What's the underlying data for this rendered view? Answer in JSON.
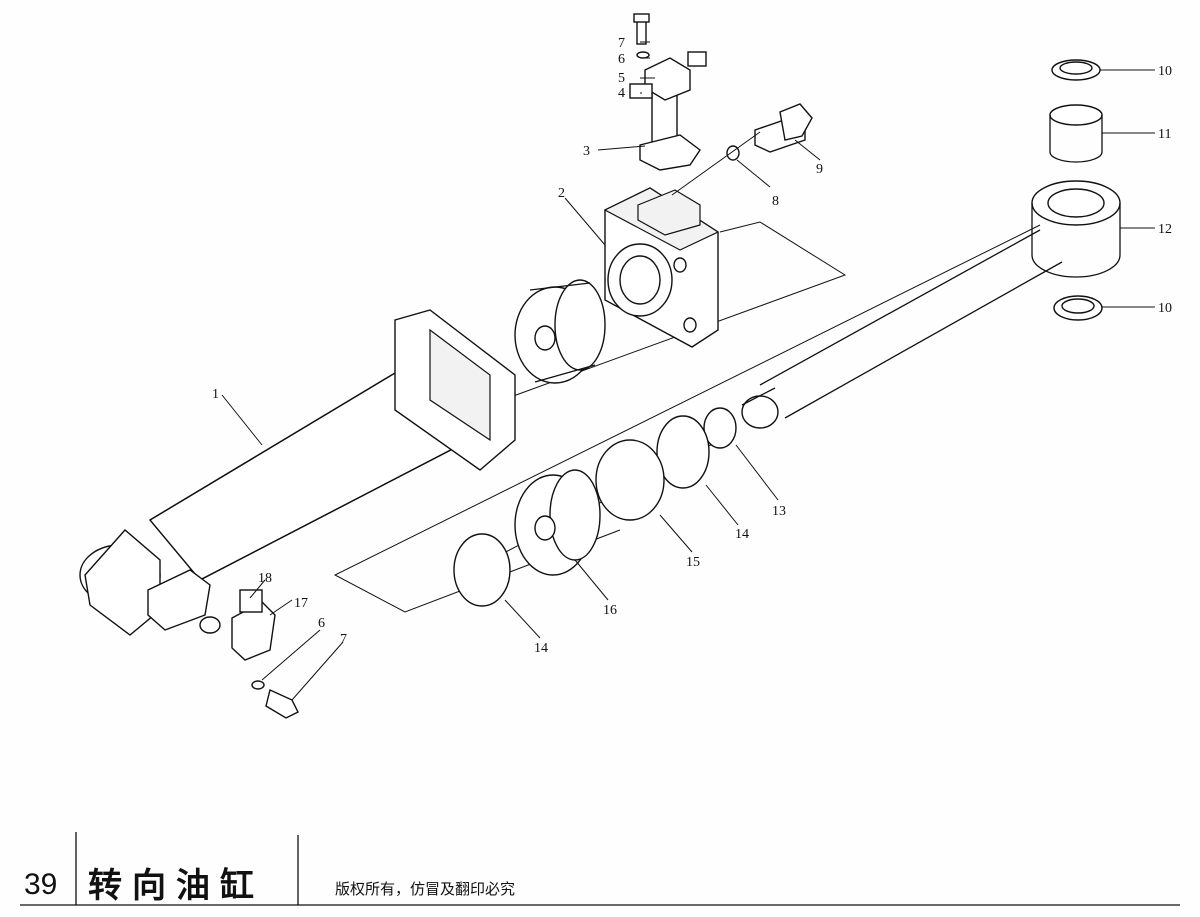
{
  "callouts": {
    "c1": "1",
    "c2": "2",
    "c3": "3",
    "c4": "4",
    "c5": "5",
    "c6_top": "6",
    "c7_top": "7",
    "c8": "8",
    "c9": "9",
    "c10_top": "10",
    "c11": "11",
    "c12": "12",
    "c10_bottom": "10",
    "c13": "13",
    "c14_right": "14",
    "c15": "15",
    "c16": "16",
    "c14_left": "14",
    "c17": "17",
    "c18": "18",
    "c6_bottom": "6",
    "c7_bottom": "7"
  },
  "footer": {
    "page_number": "39",
    "title": "转向油缸",
    "copyright": "版权所有，仿冒及翻印必究"
  }
}
